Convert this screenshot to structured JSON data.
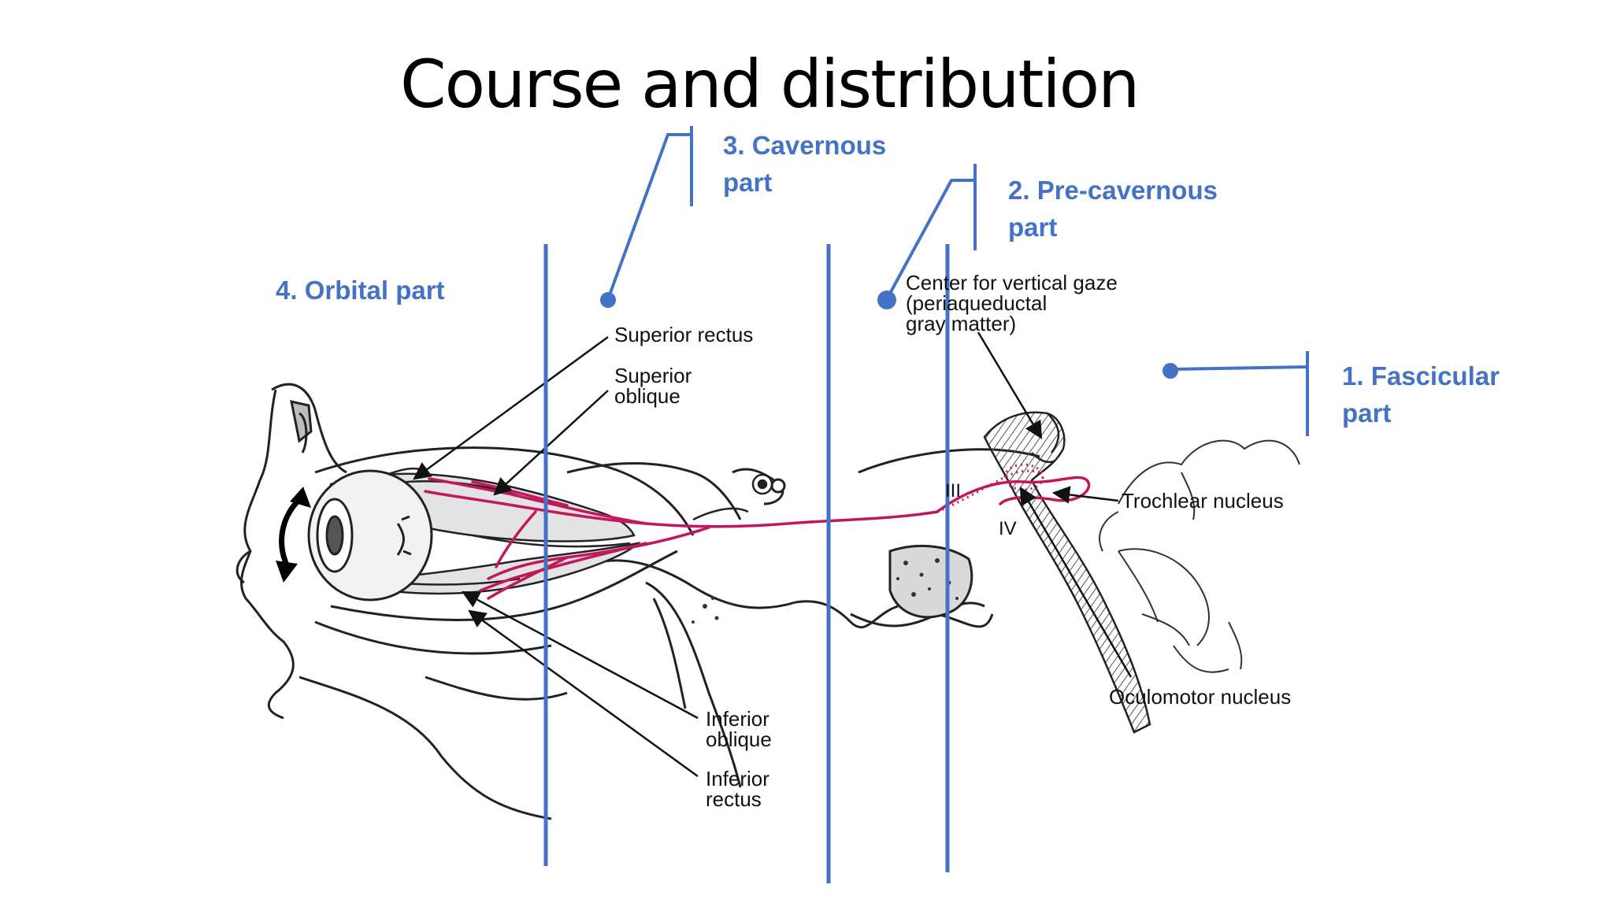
{
  "slide": {
    "title": "Course and distribution"
  },
  "colors": {
    "annotation_blue": "#4472C4",
    "nerve_magenta": "#C2185B",
    "anatomy_stroke": "#222222",
    "anatomy_fill": "#cfcfcf"
  },
  "parts": {
    "fascicular": "1. Fascicular\npart",
    "precavernous": "2. Pre-cavernous\npart",
    "cavernous": "3. Cavernous\npart",
    "orbital": "4. Orbital part"
  },
  "anatomy_labels": {
    "superior_rectus": "Superior rectus",
    "superior_oblique": "Superior\noblique",
    "inferior_oblique": "Inferior\noblique",
    "inferior_rectus": "Inferior\nrectus",
    "center_vertical_gaze": "Center for vertical gaze\n(periaqueductal\ngray matter)",
    "trochlear_nucleus": "Trochlear nucleus",
    "oculomotor_nucleus": "Oculomotor nucleus",
    "nerve_III": "III",
    "nerve_IV": "IV"
  },
  "icons": {
    "eye_rotation": "double-headed-curved-arrow-icon"
  }
}
